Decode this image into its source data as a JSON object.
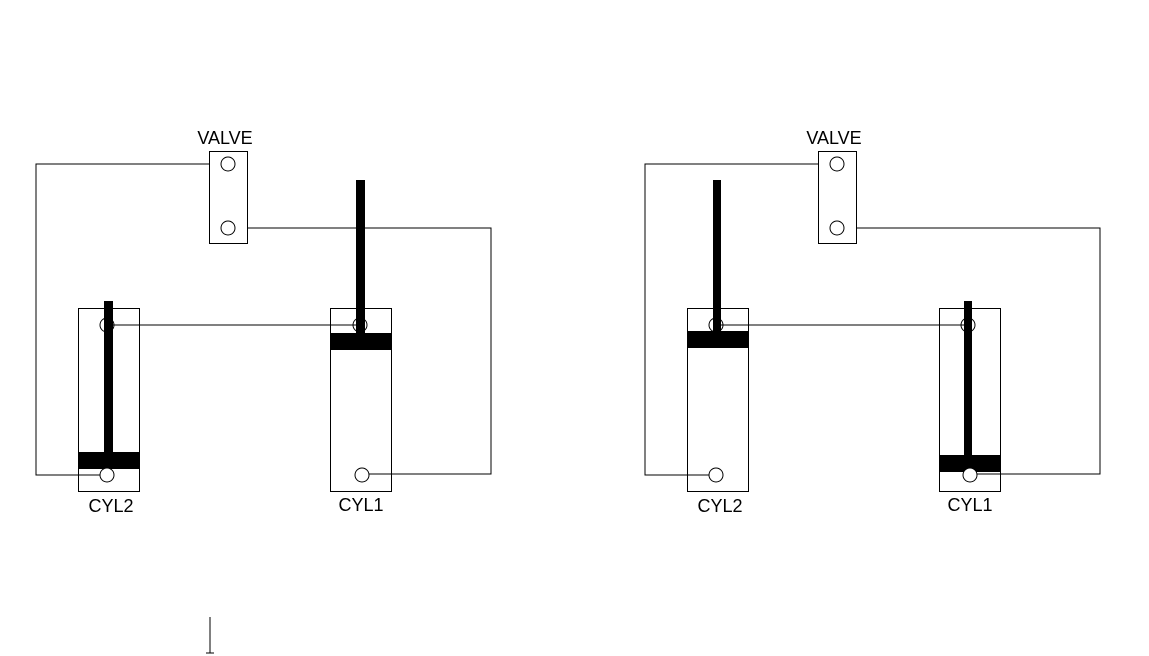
{
  "colors": {
    "background": "#ffffff",
    "ink": "#000000"
  },
  "diagrams": [
    {
      "valve_label": "VALVE",
      "cyl2_label": "CYL2",
      "cyl1_label": "CYL1"
    },
    {
      "valve_label": "VALVE",
      "cyl2_label": "CYL2",
      "cyl1_label": "CYL1"
    }
  ]
}
